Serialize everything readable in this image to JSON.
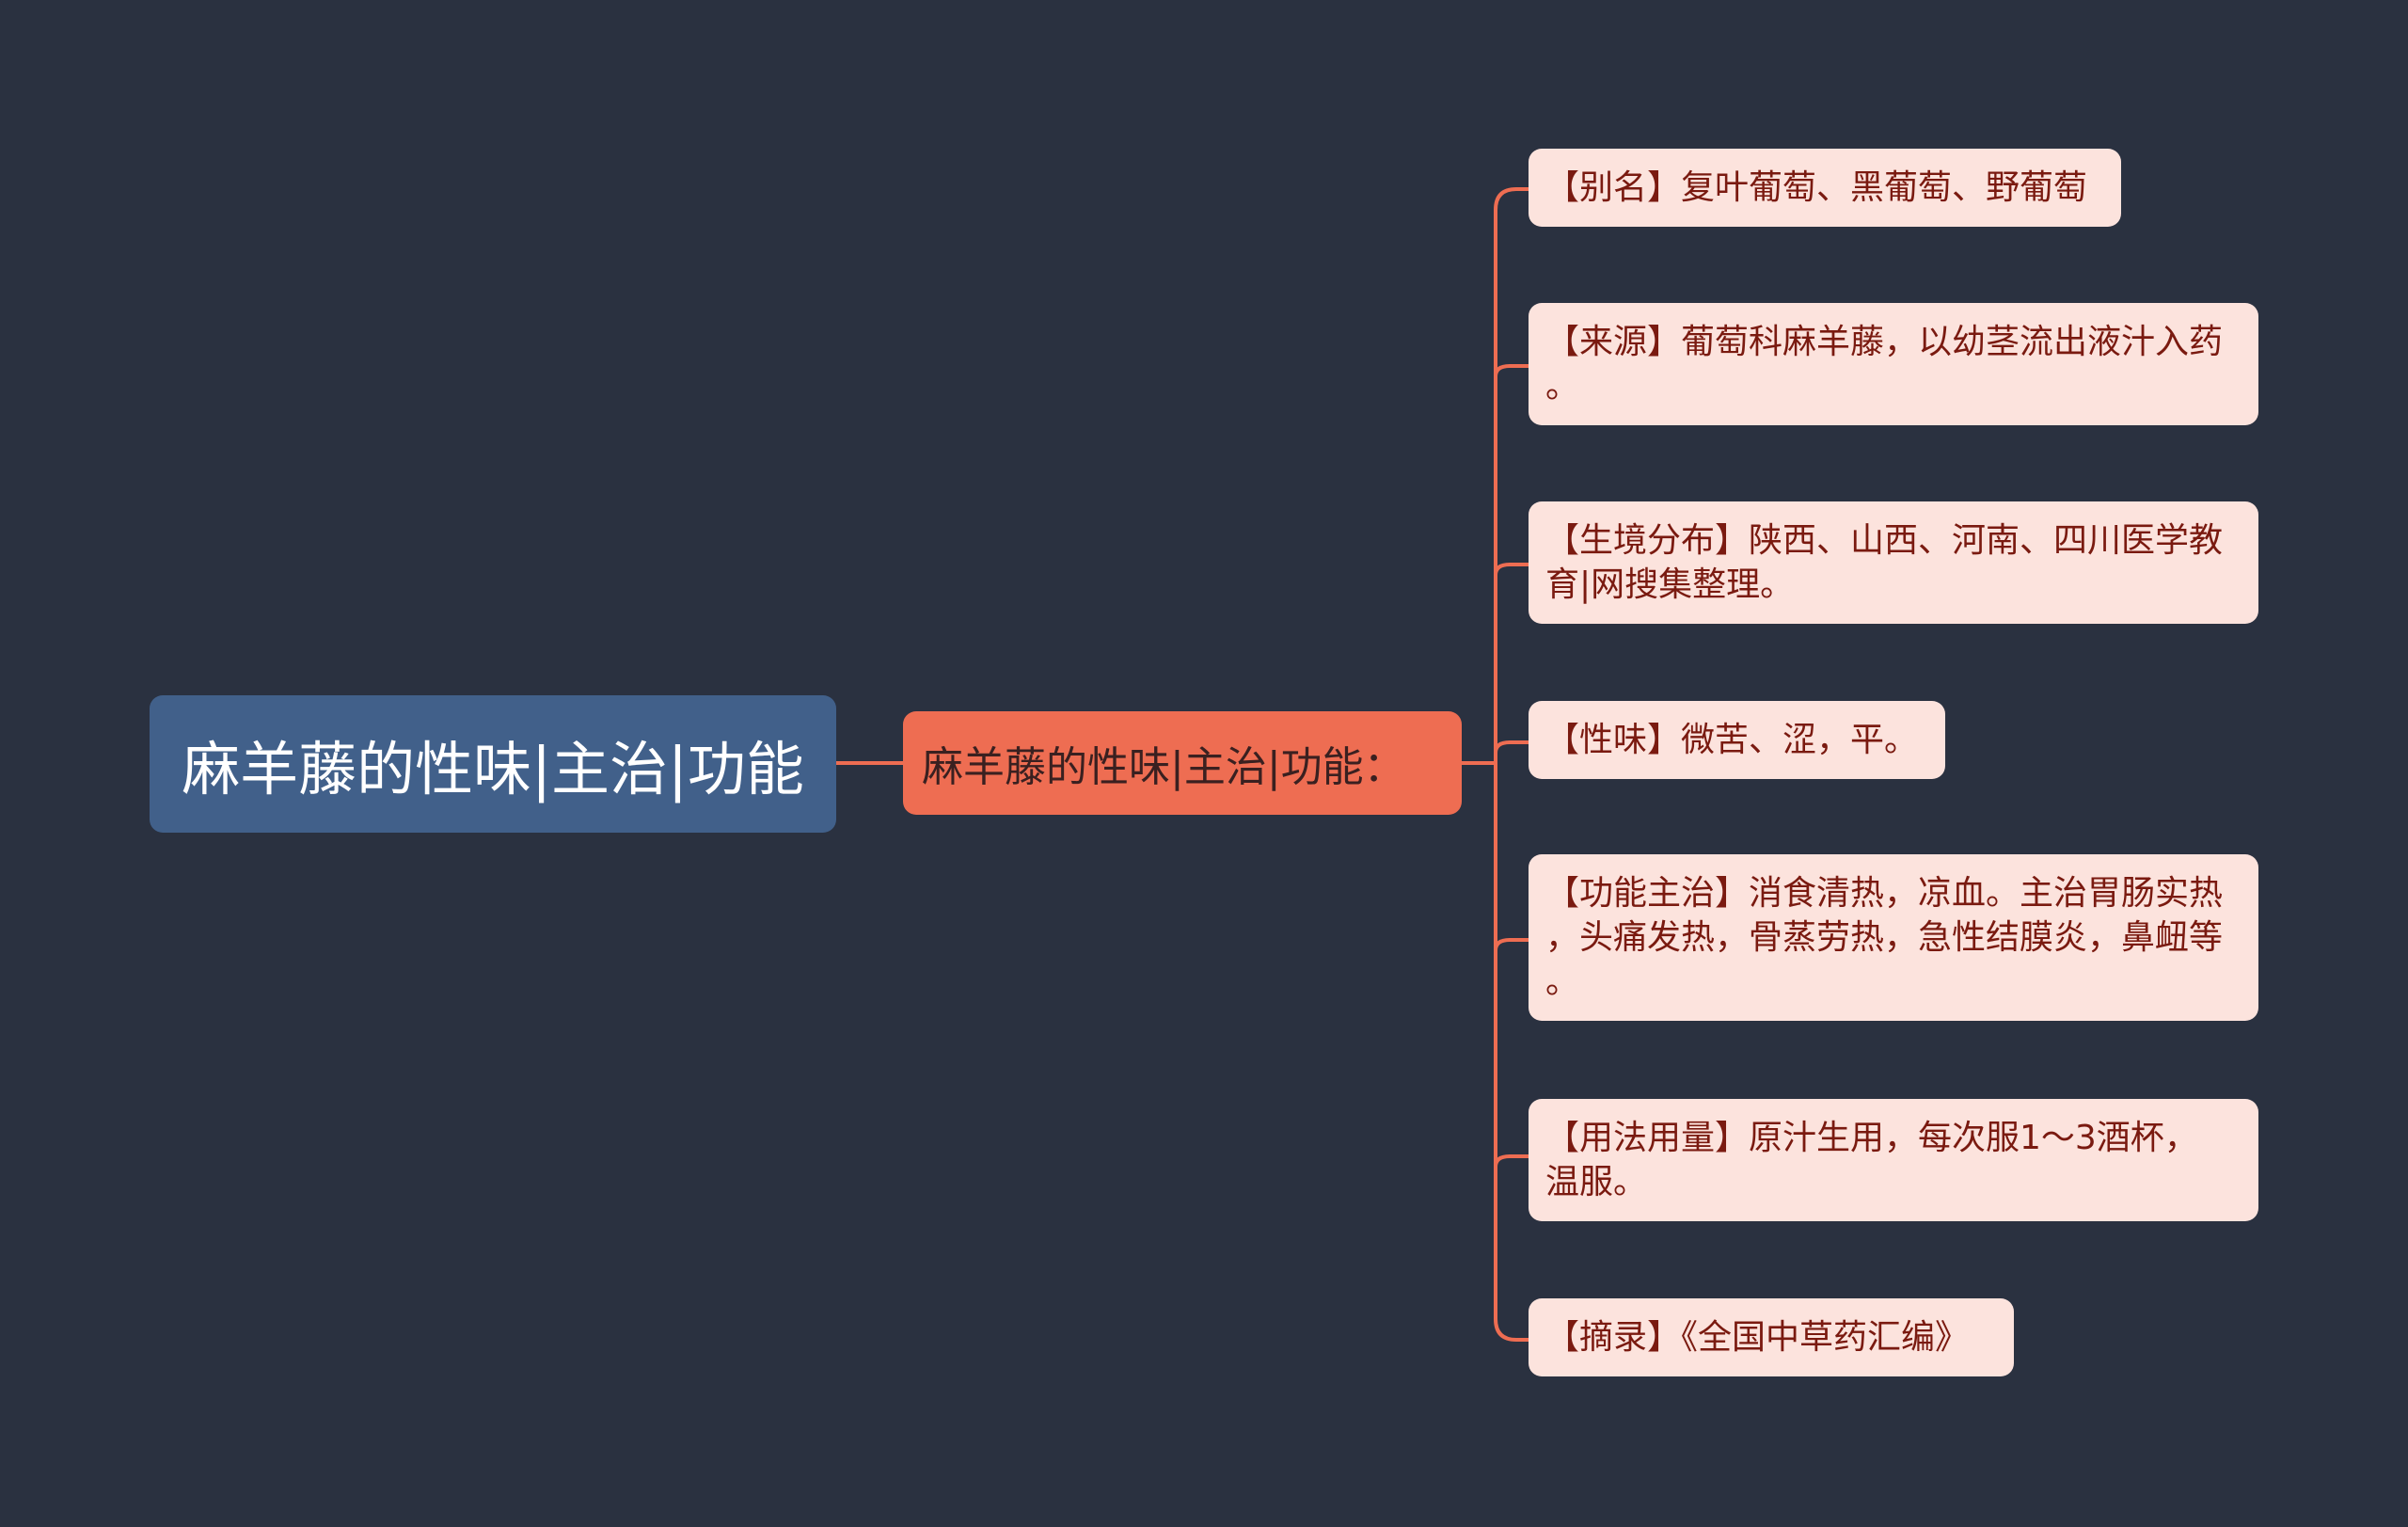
{
  "colors": {
    "background": "#2a3140",
    "root_fill": "#41608a",
    "branch_fill": "#ee6d52",
    "leaf_fill": "#fce3dd",
    "leaf_text": "#7a1a10",
    "link": "#ee6d52"
  },
  "root": {
    "label": "麻羊藤的性味|主治|功能"
  },
  "branch": {
    "label": "麻羊藤的性味|主治|功能："
  },
  "leaves": [
    {
      "line1": "【别名】复叶葡萄、黑葡萄、野葡萄",
      "line2": "",
      "line3": ""
    },
    {
      "line1": "【来源】葡萄科麻羊藤，以幼茎流出液汁入药",
      "line2": "。",
      "line3": ""
    },
    {
      "line1": "【生境分布】陕西、山西、河南、四川医学教",
      "line2": "育|网搜集整理。",
      "line3": ""
    },
    {
      "line1": "【性味】微苦、涩，平。",
      "line2": "",
      "line3": ""
    },
    {
      "line1": "【功能主治】消食清热，凉血。主治胃肠实热",
      "line2": "，头痛发热，骨蒸劳热，急性结膜炎，鼻衄等",
      "line3": "。"
    },
    {
      "line1": "【用法用量】原汁生用，每次服1～3酒杯，",
      "line2": "温服。",
      "line3": ""
    },
    {
      "line1": "【摘录】《全国中草药汇编》",
      "line2": "",
      "line3": ""
    }
  ]
}
